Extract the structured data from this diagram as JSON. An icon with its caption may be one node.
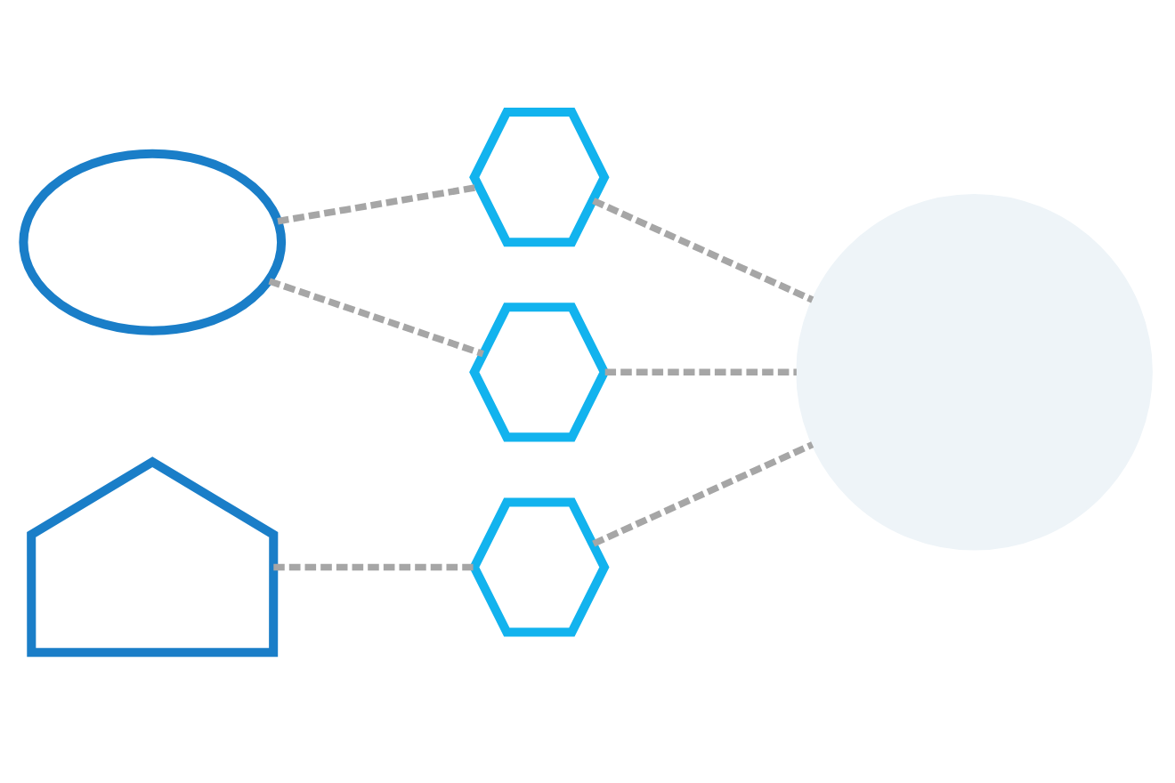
{
  "diagram": {
    "nodes": [
      {
        "text": [],
        "shape": "cloud"
      },
      {
        "text": [],
        "shape": "house"
      },
      {
        "text": [],
        "shape": "hexagon"
      },
      {
        "text": [],
        "shape": "hexagon"
      },
      {
        "text": [],
        "shape": "hexagon"
      },
      {
        "text": [],
        "shape": "circle"
      }
    ],
    "edges": [
      {
        "from": 0,
        "to": 2,
        "arrow": "none",
        "style": "dashed"
      },
      {
        "from": 0,
        "to": 3,
        "arrow": "none",
        "style": "dashed"
      },
      {
        "from": 1,
        "to": 4,
        "arrow": "none",
        "style": "dashed"
      },
      {
        "from": 2,
        "to": 5,
        "arrow": "none",
        "style": "dashed"
      },
      {
        "from": 3,
        "to": 5,
        "arrow": "none",
        "style": "dashed"
      },
      {
        "from": 4,
        "to": 5,
        "arrow": "none",
        "style": "dashed"
      }
    ]
  }
}
